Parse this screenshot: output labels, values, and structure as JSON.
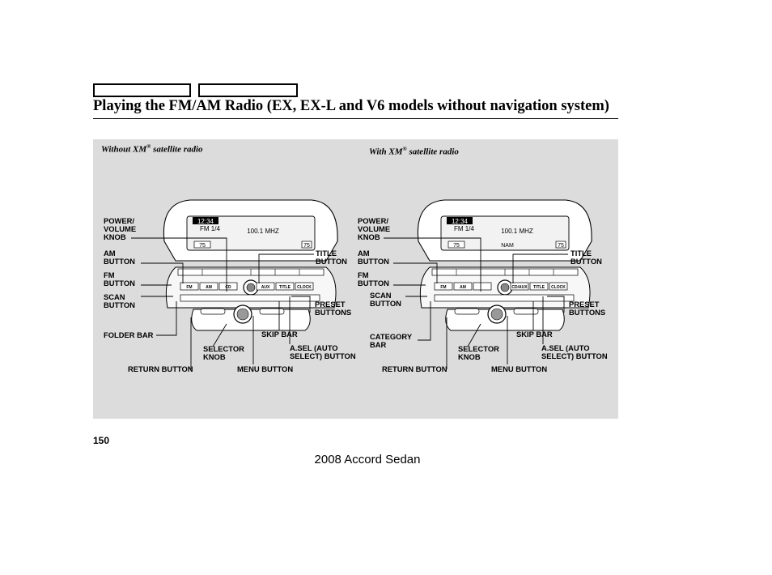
{
  "page": {
    "title": "Playing the FM/AM Radio (EX, EX-L and V6 models without navigation system)",
    "page_number": "150",
    "footer": "2008  Accord  Sedan"
  },
  "figure": {
    "left_caption_text": "Without XM",
    "right_caption_text": "With XM",
    "caption_suffix": " satellite radio",
    "registered_mark": "®",
    "left_display": {
      "clock": "12:34",
      "band": "FM 1/4",
      "freq": "100.1 MHZ",
      "preset": "75",
      "badge": "75"
    },
    "right_display": {
      "clock": "12:34",
      "band": "FM 1/4",
      "freq": "100.1 MHZ",
      "preset": "75",
      "sub": "NAM",
      "badge": "75"
    },
    "left_buttons": [
      "FM",
      "AM",
      "CD",
      "AUX",
      "TITLE",
      "CLOCK"
    ],
    "right_buttons": [
      "FM",
      "AM",
      "",
      "CD/AUX",
      "TITLE",
      "CLOCK"
    ],
    "left_labels": {
      "power": [
        "POWER/",
        "VOLUME",
        "KNOB"
      ],
      "am": [
        "AM",
        "BUTTON"
      ],
      "fm": [
        "FM",
        "BUTTON"
      ],
      "scan": [
        "SCAN",
        "BUTTON"
      ],
      "folder": [
        "FOLDER BAR"
      ],
      "selector": [
        "SELECTOR",
        "KNOB"
      ],
      "return": [
        "RETURN BUTTON"
      ],
      "menu": [
        "MENU BUTTON"
      ],
      "skip": [
        "SKIP BAR"
      ],
      "asel": [
        "A.SEL (AUTO",
        "SELECT) BUTTON"
      ],
      "preset": [
        "PRESET",
        "BUTTONS"
      ],
      "title": [
        "TITLE",
        "BUTTON"
      ]
    },
    "right_labels": {
      "power": [
        "POWER/",
        "VOLUME",
        "KNOB"
      ],
      "am": [
        "AM",
        "BUTTON"
      ],
      "fm": [
        "FM",
        "BUTTON"
      ],
      "scan": [
        "SCAN",
        "BUTTON"
      ],
      "category": [
        "CATEGORY",
        "BAR"
      ],
      "selector": [
        "SELECTOR",
        "KNOB"
      ],
      "return": [
        "RETURN BUTTON"
      ],
      "menu": [
        "MENU BUTTON"
      ],
      "skip": [
        "SKIP BAR"
      ],
      "asel": [
        "A.SEL (AUTO",
        "SELECT) BUTTON"
      ],
      "preset": [
        "PRESET",
        "BUTTONS"
      ],
      "title": [
        "TITLE",
        "BUTTON"
      ]
    }
  }
}
